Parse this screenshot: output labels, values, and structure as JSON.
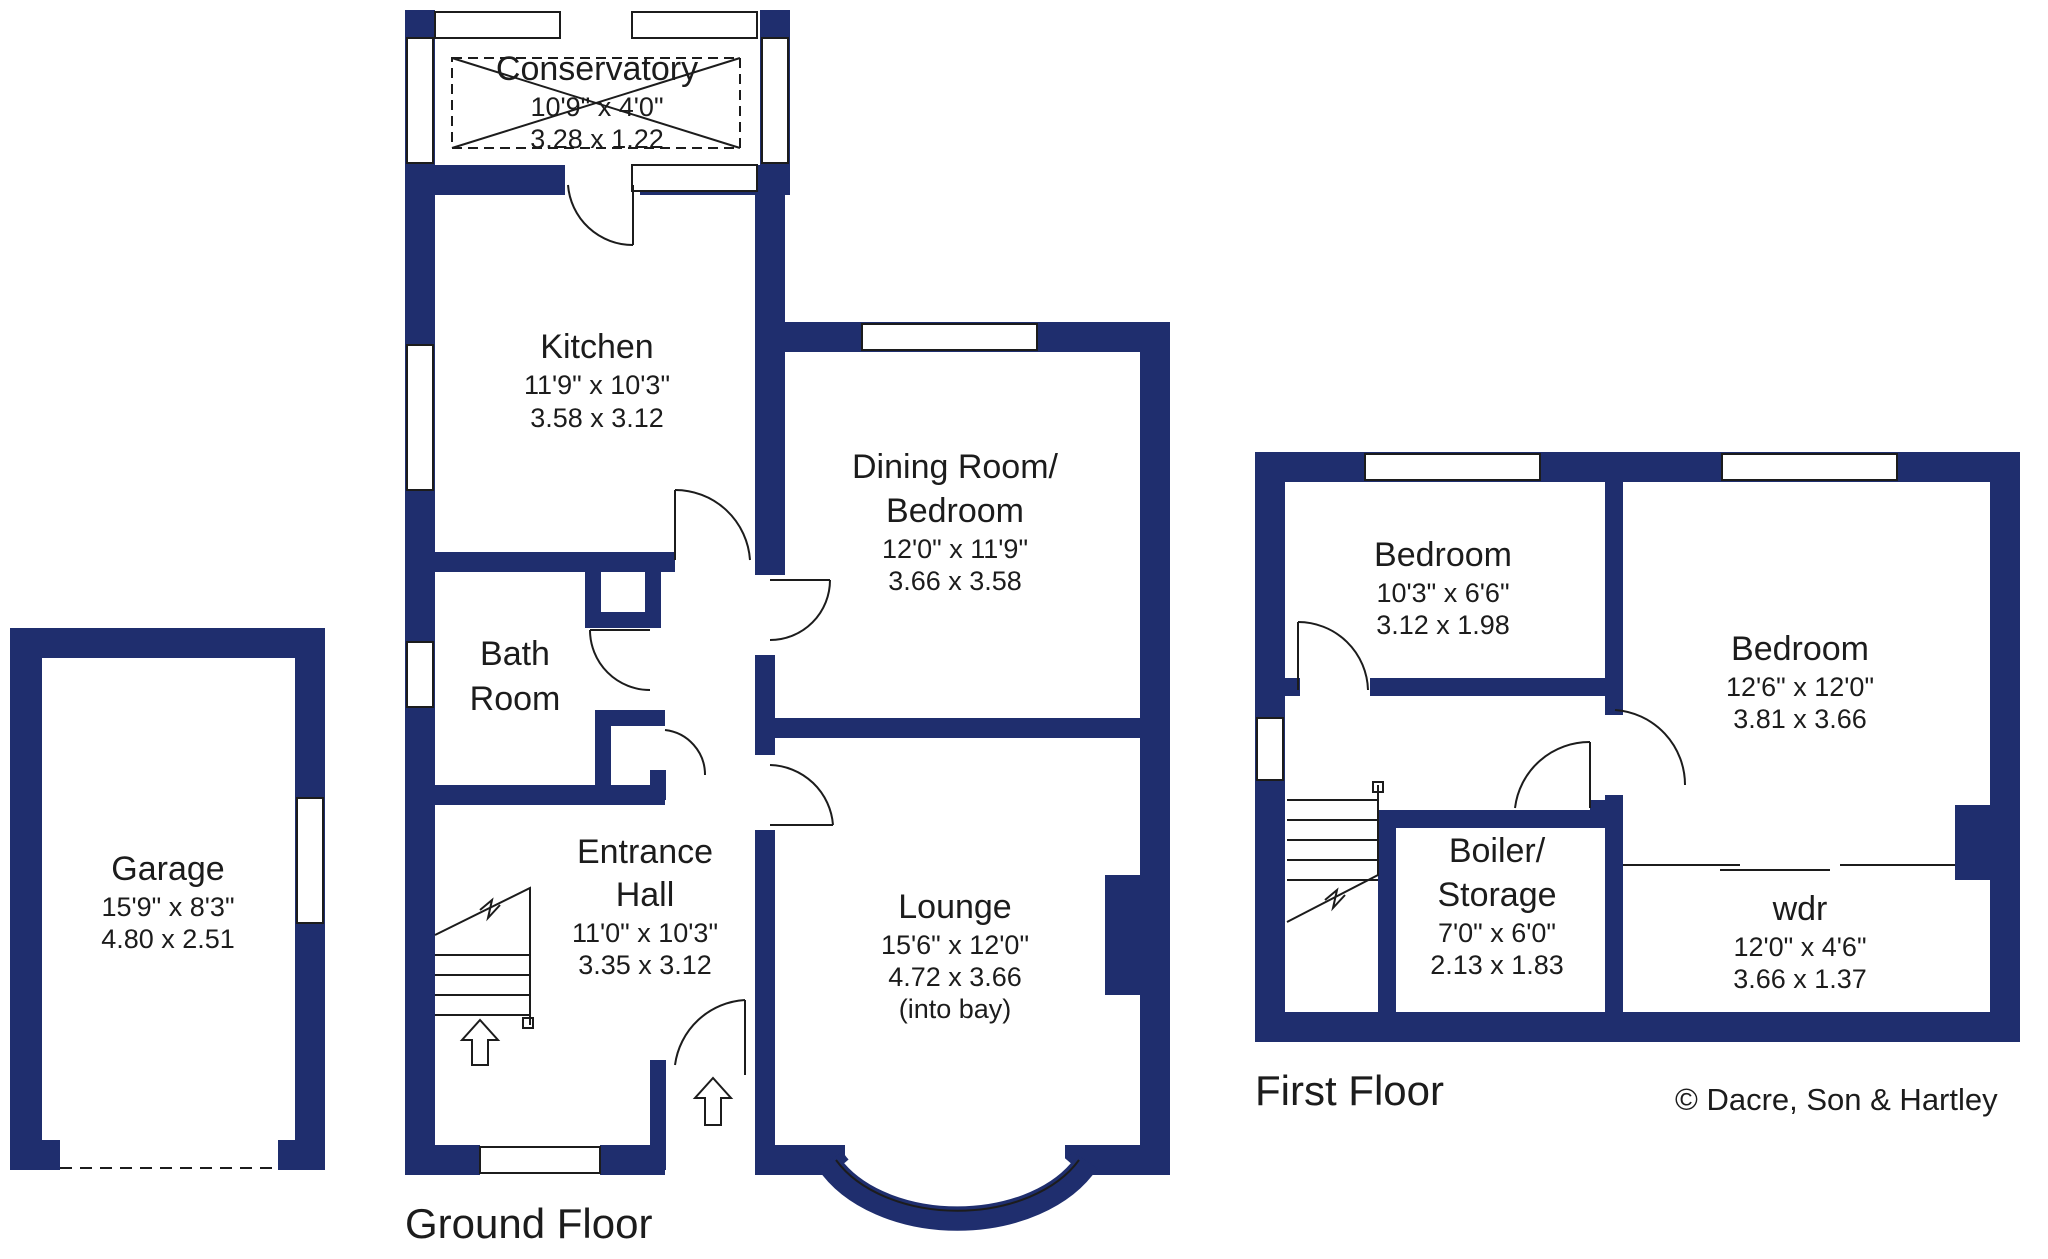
{
  "colors": {
    "wall": "#1F2E6E",
    "line": "#1c1c1c",
    "background": "#ffffff"
  },
  "floors": {
    "ground": "Ground Floor",
    "first": "First Floor"
  },
  "copyright": "© Dacre, Son & Hartley",
  "rooms": {
    "conservatory": {
      "name": "Conservatory",
      "imperial": "10'9\"  x  4'0\"",
      "metric": "3.28  x  1.22"
    },
    "kitchen": {
      "name": "Kitchen",
      "imperial": "11'9\"  x  10'3\"",
      "metric": "3.58  x  3.12"
    },
    "dining": {
      "name1": "Dining Room/",
      "name2": "Bedroom",
      "imperial": "12'0\"  x  11'9\"",
      "metric": "3.66  x  3.58"
    },
    "bath": {
      "name1": "Bath",
      "name2": "Room"
    },
    "hall": {
      "name1": "Entrance",
      "name2": "Hall",
      "imperial": "11'0\"  x  10'3\"",
      "metric": "3.35  x  3.12"
    },
    "lounge": {
      "name": "Lounge",
      "imperial": "15'6\"  x  12'0\"",
      "metric": "4.72  x  3.66",
      "note": "(into bay)"
    },
    "garage": {
      "name": "Garage",
      "imperial": "15'9\"  x  8'3\"",
      "metric": "4.80  x  2.51"
    },
    "bedroom_small": {
      "name": "Bedroom",
      "imperial": "10'3\"  x  6'6\"",
      "metric": "3.12  x  1.98"
    },
    "bedroom_large": {
      "name": "Bedroom",
      "imperial": "12'6\"  x  12'0\"",
      "metric": "3.81  x  3.66"
    },
    "boiler": {
      "name1": "Boiler/",
      "name2": "Storage",
      "imperial": "7'0\"  x  6'0\"",
      "metric": "2.13  x  1.83"
    },
    "wardrobe": {
      "name": "wdr",
      "imperial": "12'0\"  x  4'6\"",
      "metric": "3.66  x  1.37"
    }
  }
}
